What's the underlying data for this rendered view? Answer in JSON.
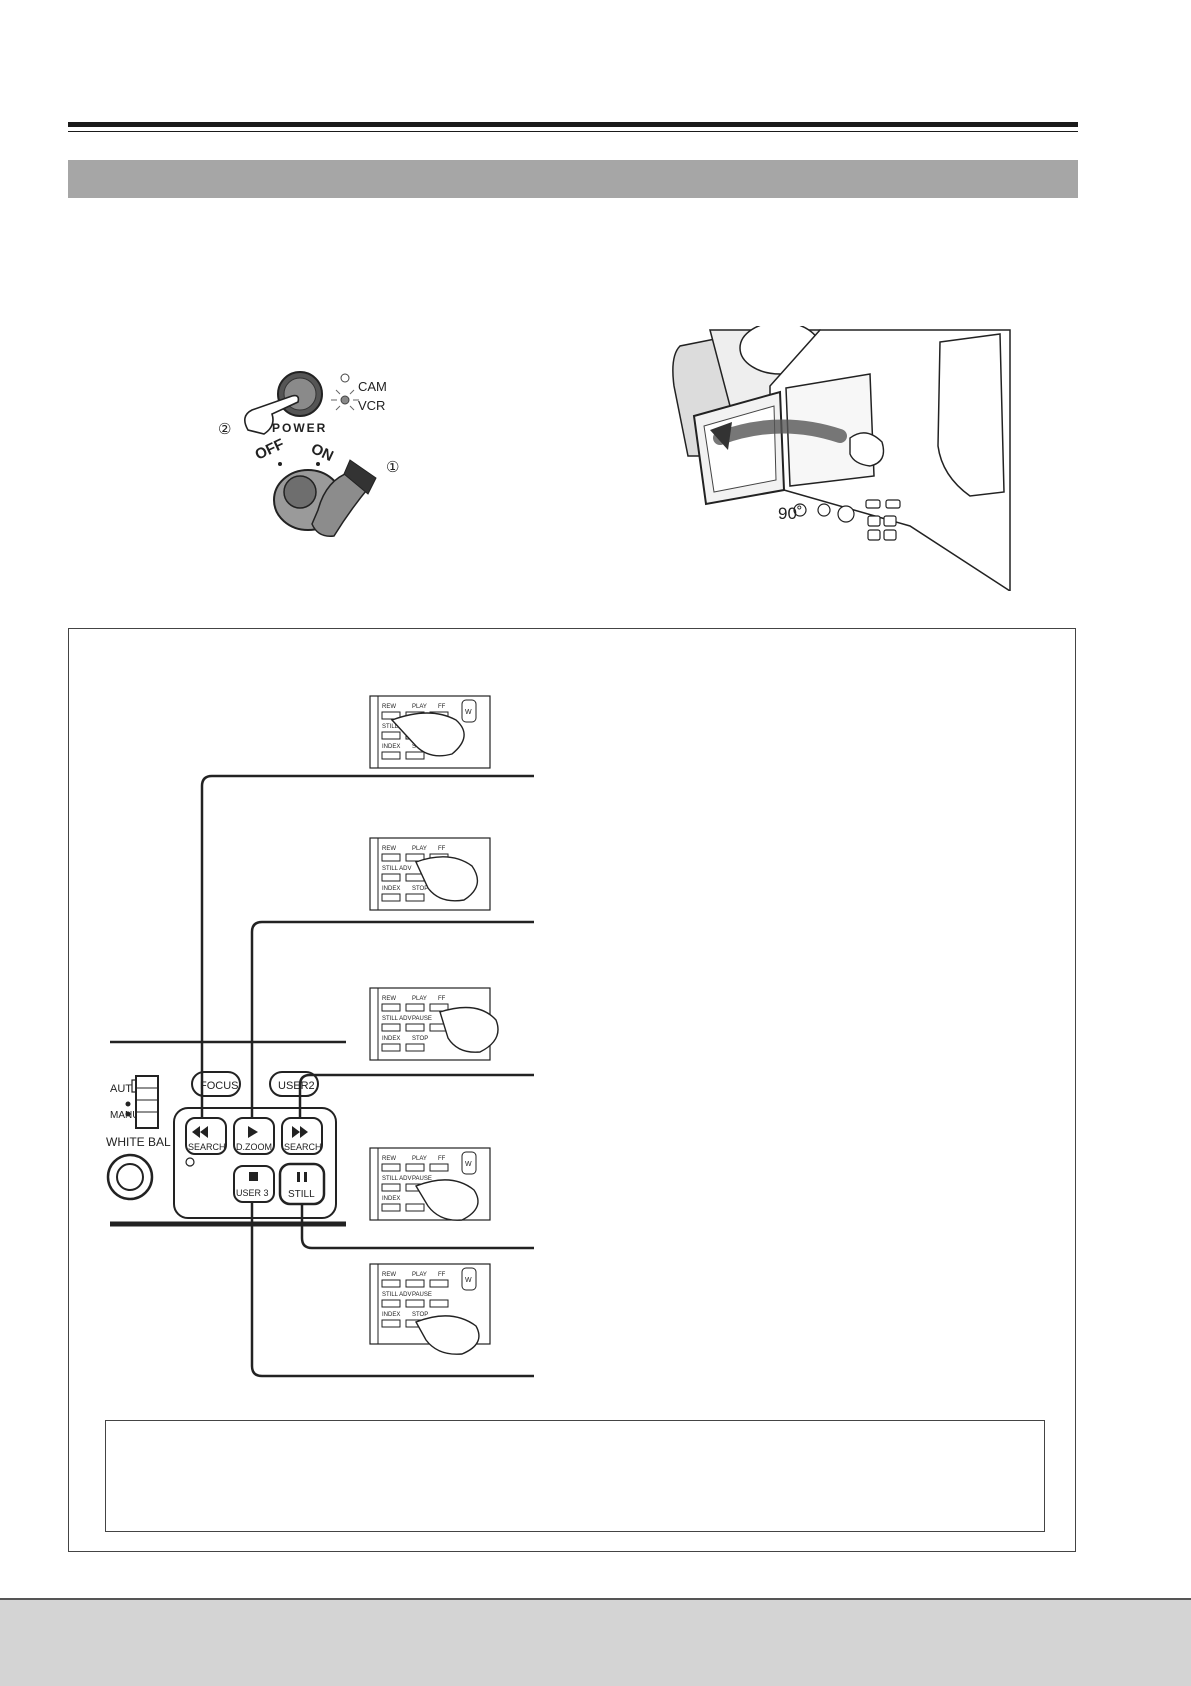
{
  "power_diagram": {
    "step1": "①",
    "step2": "②",
    "cam_label": "CAM",
    "vcr_label": "VCR",
    "power_label": "POWER",
    "off_label": "OFF",
    "on_label": "ON"
  },
  "lcd_diagram": {
    "angle_label": "90˚"
  },
  "camera_panel": {
    "focus": "FOCUS",
    "user2": "USER2",
    "auto": "AUTO",
    "manual": "MANUAL",
    "white_bal": "WHITE BAL",
    "search_rew": "SEARCH",
    "dzoom": "D.ZOOM",
    "search_ff": "SEARCH",
    "user3": "USER 3",
    "still": "STILL"
  },
  "remote": {
    "rew": "REW",
    "play": "PLAY",
    "ff": "FF",
    "still_adv": "STILL ADV",
    "pause": "PAUSE",
    "index": "INDEX",
    "stop": "STOP",
    "w": "W"
  }
}
